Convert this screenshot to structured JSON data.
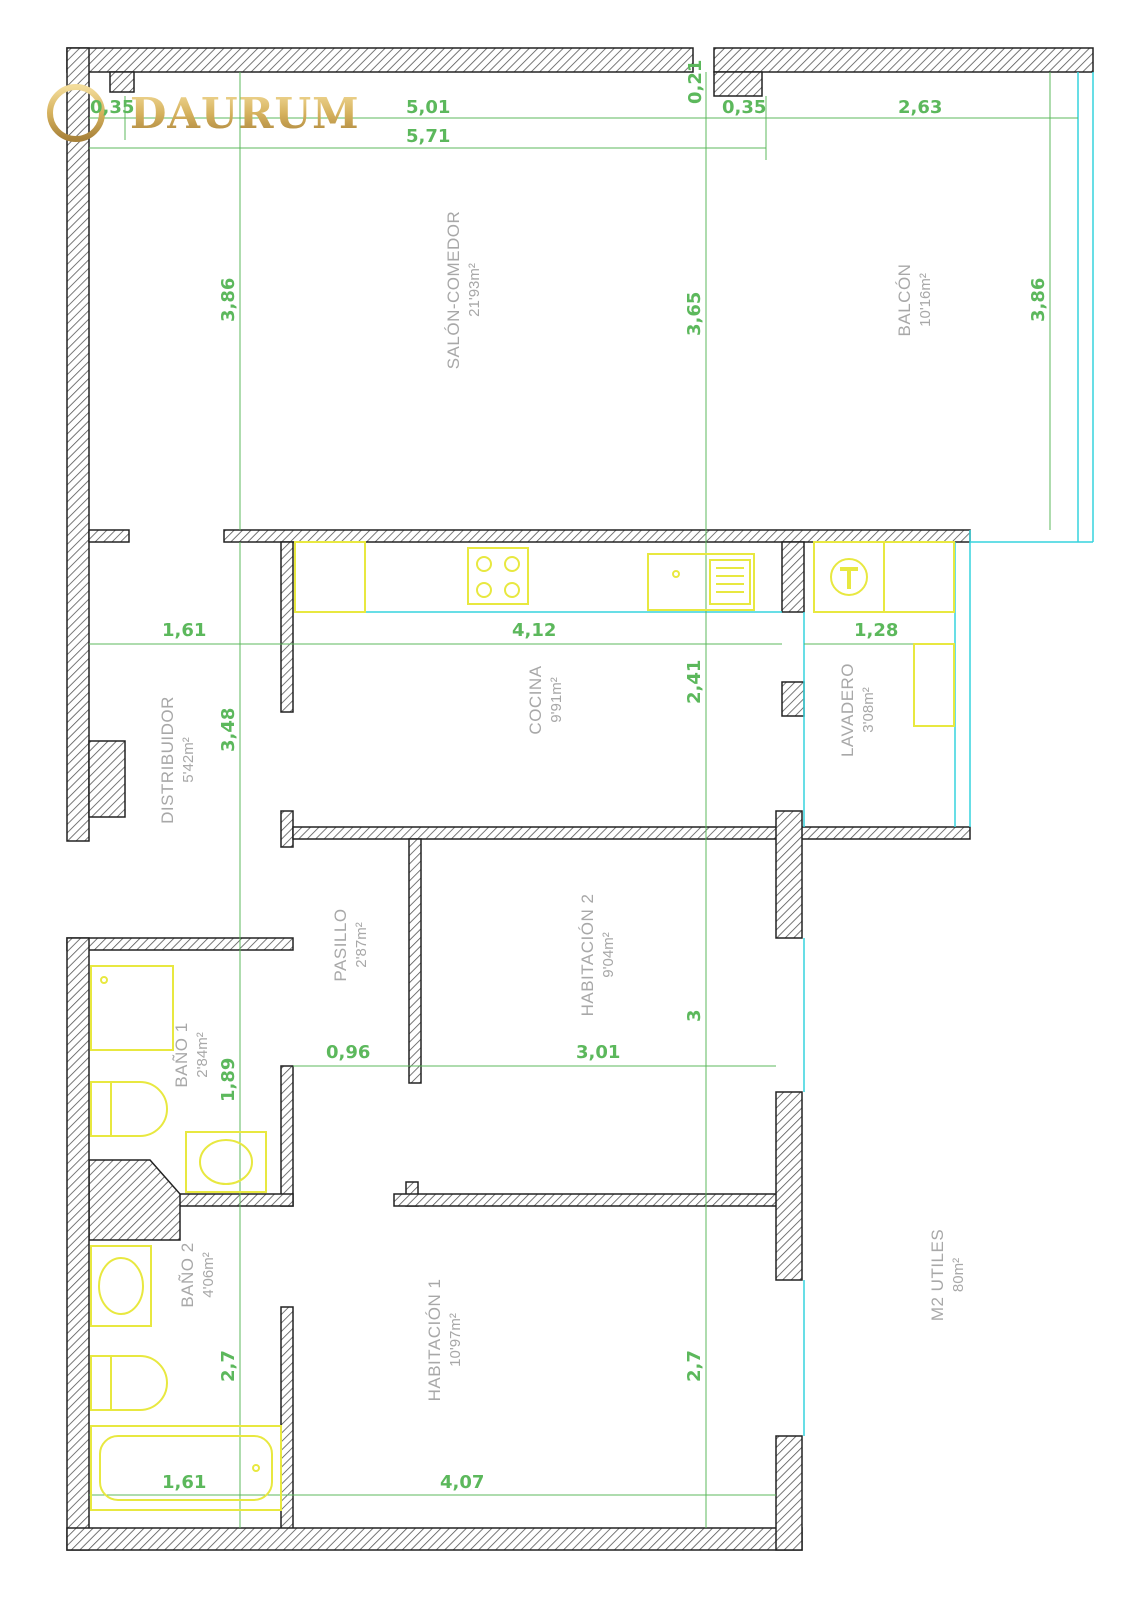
{
  "logo": {
    "text": "DAURUM"
  },
  "colors": {
    "wall_outline": "#222222",
    "hatch": "#555555",
    "dimension": "#5cb85c",
    "furniture": "#e8e840",
    "glazing": "#37d4de",
    "room_label": "#a8a8a8",
    "logo_gold": "#d6b25e"
  },
  "rooms": {
    "salon": {
      "name": "SALÓN-COMEDOR",
      "area": "21'93m²"
    },
    "balcon": {
      "name": "BALCÓN",
      "area": "10'16m²"
    },
    "cocina": {
      "name": "COCINA",
      "area": "9'91m²"
    },
    "lavadero": {
      "name": "LAVADERO",
      "area": "3'08m²"
    },
    "distribuidor": {
      "name": "DISTRIBUIDOR",
      "area": "5'42m²"
    },
    "pasillo": {
      "name": "PASILLO",
      "area": "2'87m²"
    },
    "habitacion2": {
      "name": "HABITACIÓN 2",
      "area": "9'04m²"
    },
    "bano1": {
      "name": "BAÑO 1",
      "area": "2'84m²"
    },
    "bano2": {
      "name": "BAÑO 2",
      "area": "4'06m²"
    },
    "habitacion1": {
      "name": "HABITACIÓN 1",
      "area": "10'97m²"
    },
    "total": {
      "name": "M2 UTILES",
      "area": "80m²"
    }
  },
  "dimensions": {
    "top_035_left": "0,35",
    "top_501": "5,01",
    "top_021": "0,21",
    "top_035_right": "0,35",
    "top_263": "2,63",
    "top_571": "5,71",
    "salon_386_left": "3,86",
    "salon_365": "3,65",
    "balcon_386_right": "3,86",
    "mid_161": "1,61",
    "mid_412": "4,12",
    "mid_128": "1,28",
    "mid_241": "2,41",
    "mid_348": "3,48",
    "pasillo_096": "0,96",
    "hab2_301": "3,01",
    "hab2_3": "3",
    "bano1_189": "1,89",
    "hab1_27_left": "2,7",
    "hab1_27_right": "2,7",
    "bottom_161": "1,61",
    "bottom_407": "4,07"
  },
  "icons": [
    "stove-icon",
    "sink-icon",
    "water-heater-icon",
    "toilet-icon",
    "washbasin-icon",
    "bathtub-icon"
  ]
}
